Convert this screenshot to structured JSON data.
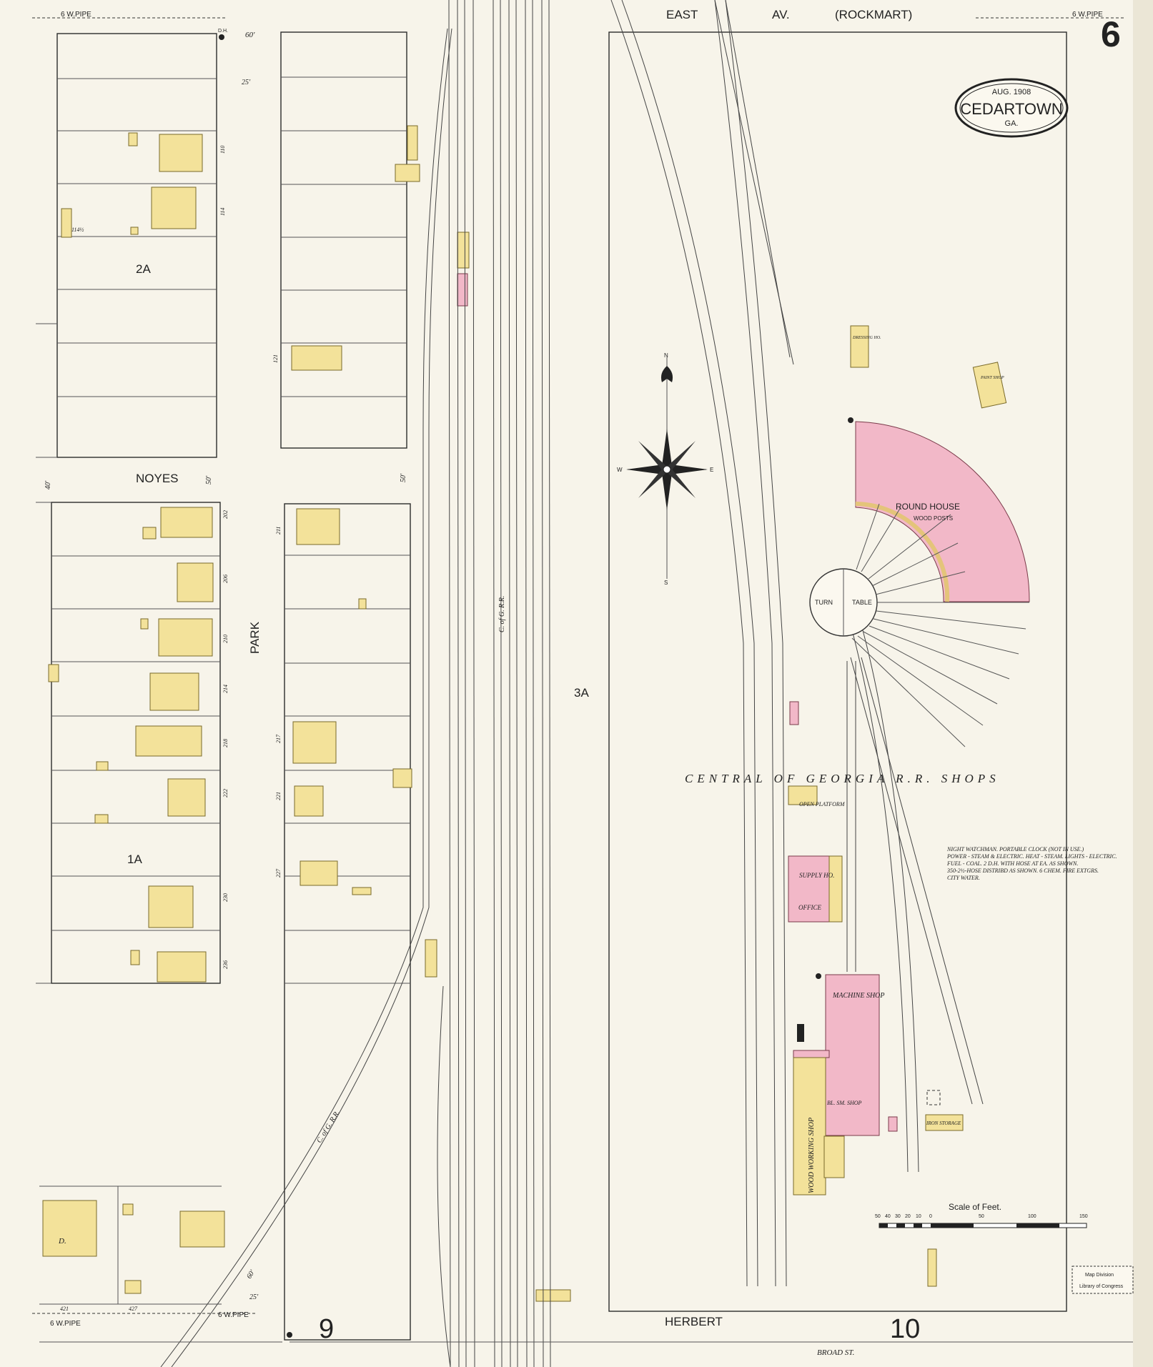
{
  "sheet": {
    "page_number": "6",
    "cartouche": {
      "date": "AUG. 1908",
      "town": "CEDARTOWN",
      "state": "GA."
    }
  },
  "streets": {
    "east_av": "EAST",
    "east_av_suffix": "AV.",
    "rockmart": "(ROCKMART)",
    "noyes": "NOYES",
    "park": "PARK",
    "herbert": "HERBERT",
    "broad_st": "BROAD ST."
  },
  "blocks": {
    "b2a": "2A",
    "b1a": "1A",
    "b3a": "3A",
    "adjacent_9": "9",
    "adjacent_10": "10"
  },
  "railroad": {
    "c_of_g_1": "C. of G. R.R.",
    "c_of_g_2": "C. of G. R.R.",
    "shops_label": "CENTRAL OF GEORGIA R.R. SHOPS"
  },
  "buildings": {
    "round_house": "ROUND HOUSE",
    "wood_posts": "WOOD POSTS",
    "turn": "TURN",
    "table": "TABLE",
    "machine_shop": "MACHINE SHOP",
    "wood_working_shop": "WOOD WORKING SHOP",
    "supply_ho": "SUPPLY HO.",
    "office": "OFFICE",
    "open_platform": "OPEN PLATFORM",
    "dressing_ho": "DRESSING HO.",
    "paint_shop": "PAINT SHOP",
    "iron_storage": "IRON STORAGE",
    "bl_sm_shop": "BL. SM. SHOP",
    "d": "D."
  },
  "notes": {
    "line1": "NIGHT WATCHMAN. PORTABLE CLOCK (NOT IN USE.)",
    "line2": "POWER - STEAM & ELECTRIC. HEAT - STEAM. LIGHTS - ELECTRIC.",
    "line3": "FUEL - COAL. 2 D.H. WITH HOSE AT EA. AS SHOWN.",
    "line4": "350-2½-HOSE DISTRIBD AS SHOWN. 6 CHEM. FIRE EXTGRS.",
    "line5": "CITY WATER."
  },
  "water": {
    "pipe_tl": "6 W.PIPE",
    "pipe_tr": "6 W.PIPE",
    "pipe_bl": "6 W.PIPE",
    "pipe_bm": "6 W.PIPE",
    "dh": "D.H."
  },
  "compass": {
    "n": "N",
    "s": "S",
    "e": "E",
    "w": "W"
  },
  "scale": {
    "title": "Scale of Feet.",
    "ticks": [
      "50",
      "40",
      "30",
      "20",
      "10",
      "0",
      "50",
      "100",
      "150"
    ]
  },
  "stamp": {
    "line1": "Map Division",
    "line2": "Library of Congress"
  },
  "dims": {
    "d60a": "60'",
    "d25a": "25'",
    "d40a": "40'",
    "d50a": "50'",
    "d50b": "50'",
    "d60b": "60'",
    "d25b": "25'"
  },
  "house_numbers": [
    "110",
    "114",
    "114½",
    "121",
    "202",
    "206",
    "210",
    "214",
    "218",
    "222",
    "230",
    "236",
    "211",
    "217",
    "221",
    "227",
    "421",
    "427"
  ]
}
